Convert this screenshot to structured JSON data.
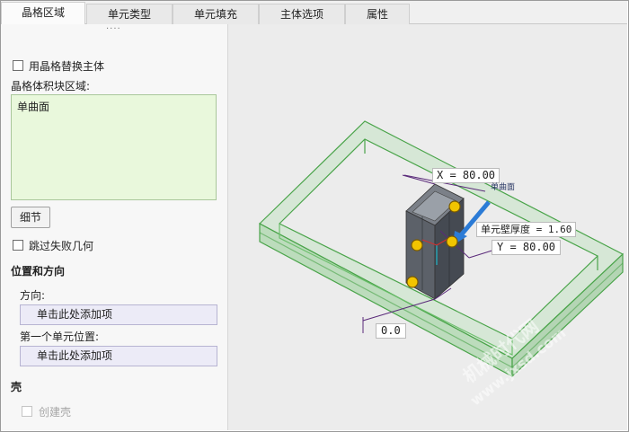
{
  "tabs": [
    {
      "label": "晶格区域",
      "active": true
    },
    {
      "label": "单元类型",
      "active": false
    },
    {
      "label": "单元填充",
      "active": false
    },
    {
      "label": "主体选项",
      "active": false
    },
    {
      "label": "属性",
      "active": false
    }
  ],
  "panel": {
    "grip": "····",
    "replace_body_label": "用晶格替换主体",
    "lattice_region_label": "晶格体积块区域:",
    "lattice_region_value": "单曲面",
    "details_button": "细节",
    "skip_failed_label": "跳过失败几何",
    "position_heading": "位置和方向",
    "direction_label": "方向:",
    "direction_placeholder": "单击此处添加项",
    "first_cell_label": "第一个单元位置:",
    "first_cell_placeholder": "单击此处添加项",
    "shell_heading": "壳",
    "create_shell_label": "创建壳"
  },
  "viewport": {
    "x_label": "X = 80.00",
    "y_label": "Y = 80.00",
    "wall_label": "单元壁厚度 = 1.60",
    "surface_tag": "单曲面",
    "offset_label": "0.0",
    "watermark_1": "机械时代网",
    "watermark_2": "www.jxsd.com"
  },
  "colors": {
    "frame_green": "#4aa44a",
    "frame_fill": "#bfe3bf",
    "accent_blue": "#2b7bd6",
    "handle_yellow": "#f2c400"
  }
}
